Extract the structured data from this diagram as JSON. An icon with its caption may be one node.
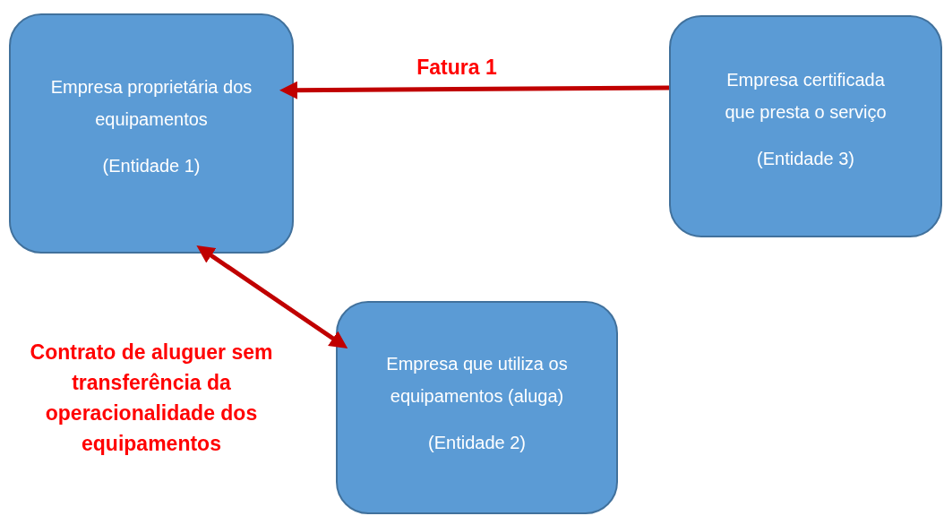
{
  "diagram": {
    "nodes": [
      {
        "text": [
          "Empresa proprietária dos equipamentos",
          "(Entidade 1)"
        ]
      },
      {
        "text": [
          "Empresa certificada que presta o serviço",
          "(Entidade 3)"
        ]
      },
      {
        "text": [
          "Empresa que utiliza os equipamentos (aluga)",
          "(Entidade 2)"
        ]
      }
    ],
    "edges": [
      {
        "from": 1,
        "to": 0,
        "arrow": "to",
        "label": "Fatura 1",
        "color": "#c00000"
      },
      {
        "from": 0,
        "to": 2,
        "arrow": "both",
        "label": "Contrato de aluguer sem transferência da operacionalidade dos equipamentos",
        "color": "#c00000"
      }
    ]
  }
}
